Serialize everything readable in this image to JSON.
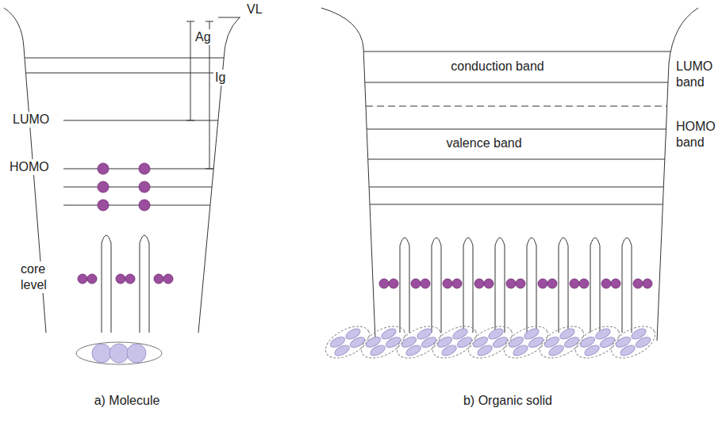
{
  "diagram": {
    "labels": [
      "VL",
      "Ag",
      "Ig",
      "LUMO",
      "HOMO",
      "core level",
      "a) Molecule",
      "conduction band",
      "valence band",
      "LUMO band",
      "HOMO band",
      "b) Organic solid"
    ]
  }
}
